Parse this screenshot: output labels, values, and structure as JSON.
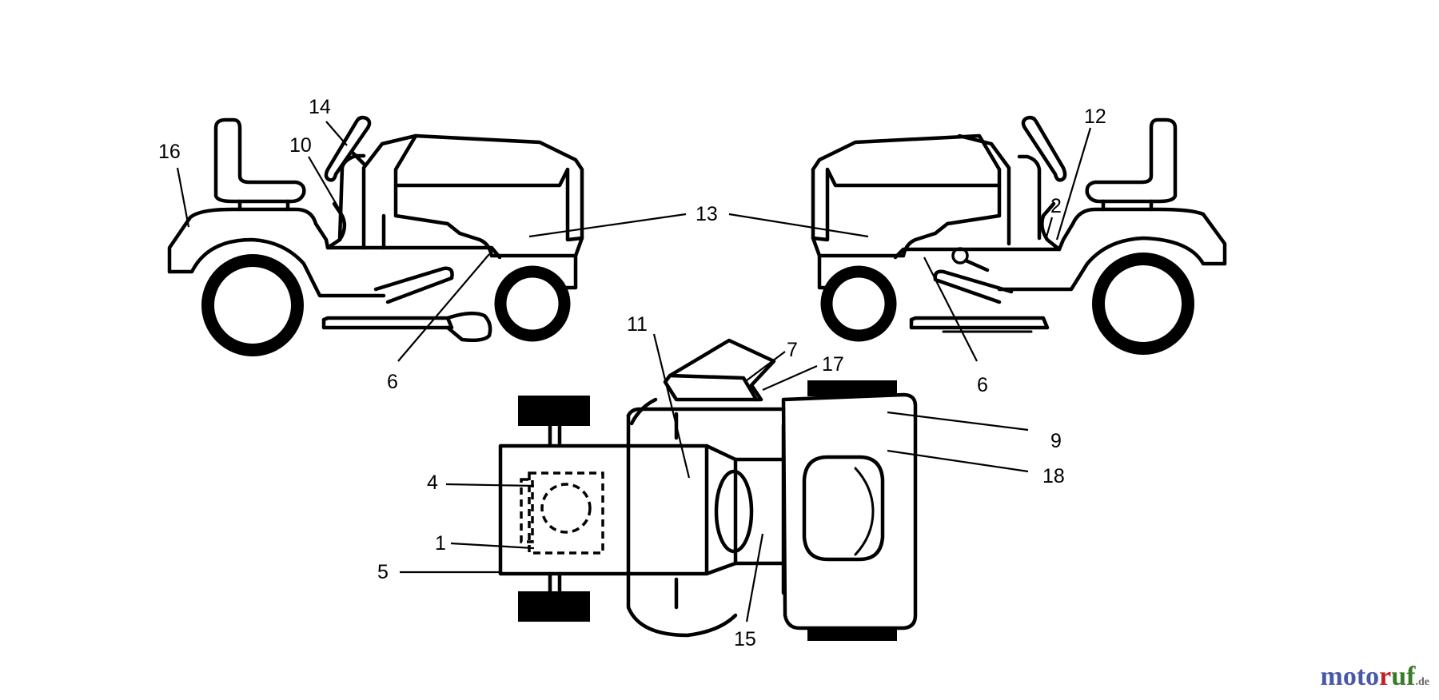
{
  "labels": {
    "n1": "1",
    "n2": "2",
    "n4": "4",
    "n5": "5",
    "n6a": "6",
    "n6b": "6",
    "n7": "7",
    "n9": "9",
    "n10": "10",
    "n11": "11",
    "n12": "12",
    "n13": "13",
    "n14": "14",
    "n15": "15",
    "n16": "16",
    "n17": "17",
    "n18": "18"
  },
  "watermark": {
    "part_a": "moto",
    "part_b": "r",
    "part_c": "uf",
    "suffix": ".de"
  }
}
